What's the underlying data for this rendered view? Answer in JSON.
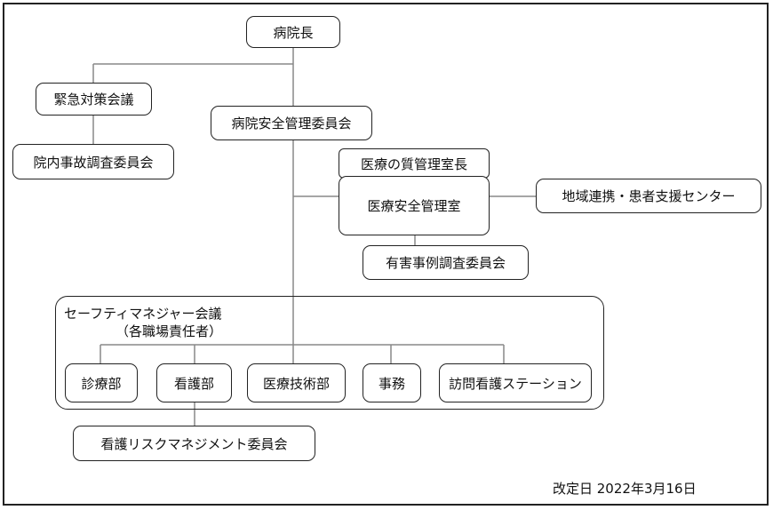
{
  "nodes": {
    "director": "病院長",
    "emergency": "緊急対策会議",
    "incident": "院内事故調査委員会",
    "safety_committee": "病院安全管理委員会",
    "quality_head": "医療の質管理室長",
    "safety_office": "医療安全管理室",
    "regional": "地域連携・患者支援センター",
    "adverse": "有害事例調査委員会",
    "safety_manager_meeting": "セーフティマネジャー会議",
    "safety_manager_sub": "（各職場責任者）",
    "clinical": "診療部",
    "nursing": "看護部",
    "medtech": "医療技術部",
    "office": "事務",
    "home_nursing": "訪問看護ステーション",
    "nursing_risk": "看護リスクマネジメント委員会"
  },
  "revision": "改定日  2022年3月16日"
}
